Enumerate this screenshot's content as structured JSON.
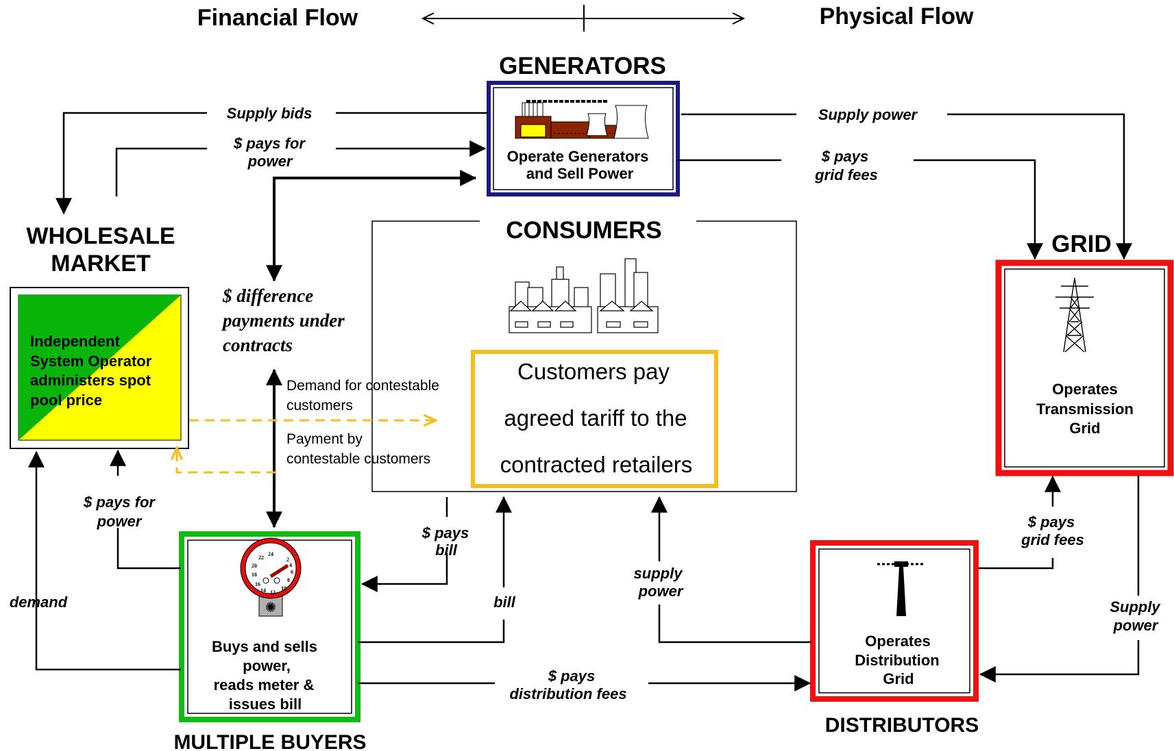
{
  "header": {
    "financial_flow": "Financial Flow",
    "physical_flow": "Physical Flow"
  },
  "entities": {
    "generators": {
      "title": "GENERATORS",
      "text": [
        "Operate Generators",
        "and Sell Power"
      ]
    },
    "consumers": {
      "title": "CONSUMERS"
    },
    "wholesale": {
      "title": [
        "WHOLESALE",
        "MARKET"
      ],
      "text": [
        "Independent",
        "System Operator",
        "administers spot",
        "pool price"
      ]
    },
    "grid": {
      "title": "GRID",
      "text": [
        "Operates",
        "Transmission",
        "Grid"
      ]
    },
    "distributors": {
      "title": "DISTRIBUTORS",
      "text": [
        "Operates",
        "Distribution",
        "Grid"
      ]
    },
    "buyers": {
      "title": "MULTIPLE BUYERS",
      "text": [
        "Buys and sells",
        "power,",
        "reads meter &",
        "issues bill"
      ]
    }
  },
  "tariff": [
    "Customers pay",
    "agreed tariff to the",
    "contracted retailers"
  ],
  "flows": {
    "supply_bids": "Supply bids",
    "pays_for_power_top": [
      "$ pays for",
      "power"
    ],
    "supply_power_top": "Supply power",
    "pays_grid_fees_top": [
      "$ pays",
      "grid fees"
    ],
    "difference_payments": [
      "$ difference",
      "payments under",
      "contracts"
    ],
    "demand_contestable": [
      "Demand for contestable",
      "customers"
    ],
    "payment_contestable": [
      "Payment by",
      "contestable customers"
    ],
    "pays_for_power_left": [
      "$ pays for",
      "power"
    ],
    "demand": "demand",
    "pays_bill": [
      "$ pays",
      "bill"
    ],
    "bill": "bill",
    "supply_power_mid": [
      "supply",
      "power"
    ],
    "pays_grid_fees_right": [
      "$ pays",
      "grid fees"
    ],
    "supply_power_right": [
      "Supply",
      "power"
    ],
    "pays_distribution_fees": [
      "$ pays",
      "distribution fees"
    ]
  },
  "colors": {
    "generators_border": "#1a1a80",
    "grid_border": "#ee1111",
    "distributors_border": "#ee1111",
    "buyers_border": "#11bb11",
    "wholesale_green": "#0ab50a",
    "wholesale_yellow": "#ffff00",
    "tariff_border": "#f5bd1f",
    "dashed_arrow": "#f5bd1f"
  },
  "icons": [
    "power-station-icon",
    "city-skyline-icon",
    "transmission-tower-icon",
    "distribution-pole-icon",
    "electricity-meter-icon"
  ]
}
